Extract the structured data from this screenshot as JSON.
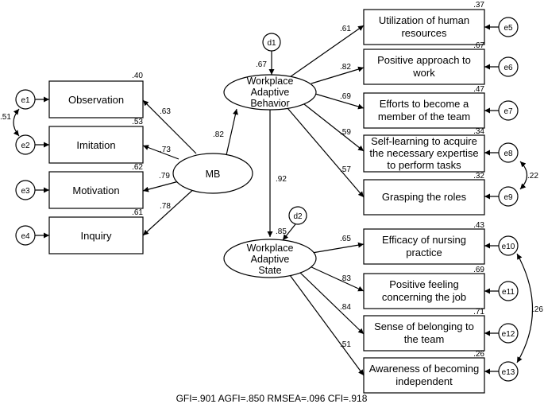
{
  "latent": {
    "mb": "MB",
    "wab": [
      "Workplace",
      "Adaptive",
      "Behavior"
    ],
    "was": [
      "Workplace",
      "Adaptive",
      "State"
    ]
  },
  "disturbances": {
    "d1": "d1",
    "d2": "d2"
  },
  "mb_indicators": [
    {
      "label": "Observation",
      "r2": ".40",
      "error": "e1",
      "loading": ".63"
    },
    {
      "label": "Imitation",
      "r2": ".53",
      "error": "e2",
      "loading": ".73"
    },
    {
      "label": "Motivation",
      "r2": ".62",
      "error": "e3",
      "loading": ".79"
    },
    {
      "label": "Inquiry",
      "r2": ".61",
      "error": "e4",
      "loading": ".78"
    }
  ],
  "wab_indicators": [
    {
      "lines": [
        "Utilization of human",
        "resources"
      ],
      "r2": ".37",
      "error": "e5",
      "loading": ".61"
    },
    {
      "lines": [
        "Positive approach to",
        "work"
      ],
      "r2": ".67",
      "error": "e6",
      "loading": ".82"
    },
    {
      "lines": [
        "Efforts to become a",
        "member of the team"
      ],
      "r2": ".47",
      "error": "e7",
      "loading": ".69"
    },
    {
      "lines": [
        "Self-learning to acquire",
        "the necessary expertise",
        "to perform tasks"
      ],
      "r2": ".34",
      "error": "e8",
      "loading": ".59"
    },
    {
      "lines": [
        "Grasping the roles"
      ],
      "r2": ".32",
      "error": "e9",
      "loading": ".57"
    }
  ],
  "was_indicators": [
    {
      "lines": [
        "Efficacy of nursing",
        "practice"
      ],
      "r2": ".43",
      "error": "e10",
      "loading": ".65"
    },
    {
      "lines": [
        "Positive feeling",
        "concerning the job"
      ],
      "r2": ".69",
      "error": "e11",
      "loading": ".83"
    },
    {
      "lines": [
        "Sense of belonging to",
        "the team"
      ],
      "r2": ".71",
      "error": "e12",
      "loading": ".84"
    },
    {
      "lines": [
        "Awareness of becoming",
        "independent"
      ],
      "r2": ".26",
      "error": "e13",
      "loading": ".51"
    }
  ],
  "paths": {
    "mb_to_wab": ".82",
    "wab_r2": ".67",
    "wab_to_was": ".92",
    "was_r2": ".85"
  },
  "covariances": {
    "e1_e2": ".51",
    "e8_e9": ".22",
    "e10_e13": ".26"
  },
  "fit_indices": "GFI=.901 AGFI=.850 RMSEA=.096 CFI=.918"
}
